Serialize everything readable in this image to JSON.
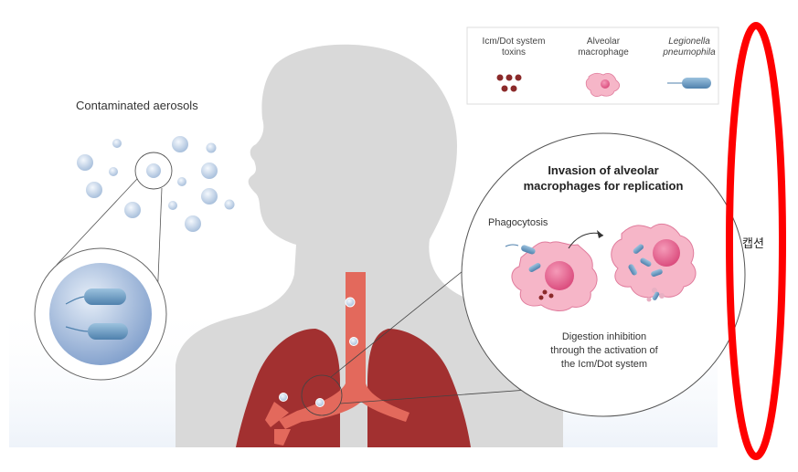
{
  "labels": {
    "contaminated_aerosols": "Contaminated aerosols",
    "invasion_title_line1": "Invasion of alveolar",
    "invasion_title_line2": "macrophages for replication",
    "phagocytosis": "Phagocytosis",
    "digestion_line1": "Digestion inhibition",
    "digestion_line2": "through the activation of",
    "digestion_line3": "the Icm/Dot system"
  },
  "legend": {
    "toxins_line1": "Icm/Dot system",
    "toxins_line2": "toxins",
    "macrophage_line1": "Alveolar",
    "macrophage_line2": "macrophage",
    "bacteria_line1": "Legionella",
    "bacteria_line2": "pneumophila"
  },
  "caption": "캡션",
  "colors": {
    "lung": "#a52a2a",
    "trachea": "#e06b5f",
    "macrophage": "#f6b6c8",
    "nucleus": "#e0608a",
    "toxin": "#8b2a2a",
    "bacteria": "#6f9fc4",
    "aerosol": "#b8cde6",
    "silhouette": "#d8d8d8",
    "annotation": "#ff0000"
  }
}
